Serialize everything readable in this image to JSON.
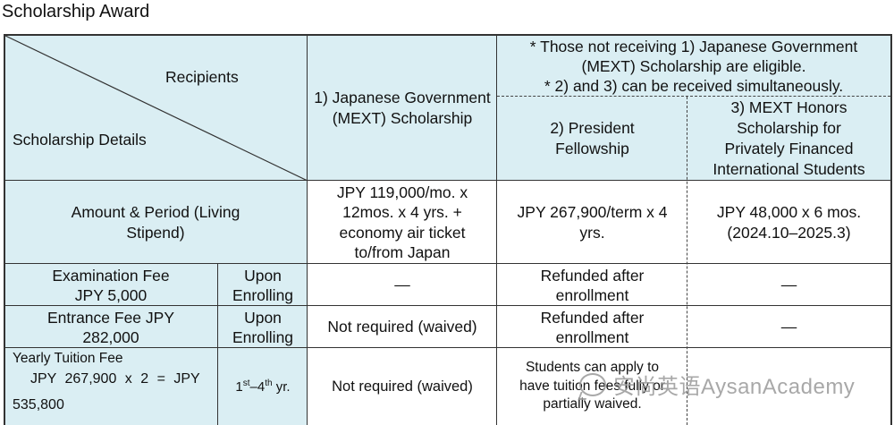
{
  "title": "Scholarship Award",
  "header": {
    "recipients": "Recipients",
    "details": "Scholarship Details",
    "col1": "1) Japanese Government (MEXT) Scholarship",
    "note_line1": "* Those not receiving 1) Japanese Government",
    "note_line2": "(MEXT) Scholarship are eligible.",
    "note_line3": "* 2) and 3) can be received simultaneously.",
    "col2": "2) President Fellowship",
    "col3": "3) MEXT Honors Scholarship for Privately Financed International Students"
  },
  "rows": {
    "amount": {
      "label": "Amount & Period (Living Stipend)",
      "c1": "JPY 119,000/mo. x 12mos. x 4 yrs. + economy air ticket to/from Japan",
      "c2": "JPY 267,900/term x 4 yrs.",
      "c3": "JPY 48,000 x 6 mos. (2024.10–2025.3)"
    },
    "exam": {
      "label": "Examination Fee JPY 5,000",
      "timing": "Upon Enrolling",
      "c1": "—",
      "c2": "Refunded after enrollment",
      "c3": "—"
    },
    "entrance": {
      "label": "Entrance Fee JPY 282,000",
      "timing": "Upon Enrolling",
      "c1": "Not required (waived)",
      "c2": "Refunded after enrollment",
      "c3": "—"
    },
    "tuition": {
      "label_line1": "Yearly Tuition Fee",
      "label_line2": "JPY 267,900 x 2 = JPY",
      "label_line3": "535,800",
      "timing_1": "1",
      "timing_sup1": "st",
      "timing_dash": "–4",
      "timing_sup2": "th",
      "timing_end": " yr.",
      "c1": "Not required (waived)",
      "c2": "Students can apply to have tuition fees fully or partially waived."
    }
  },
  "watermark": "安尚英语AysanAcademy"
}
